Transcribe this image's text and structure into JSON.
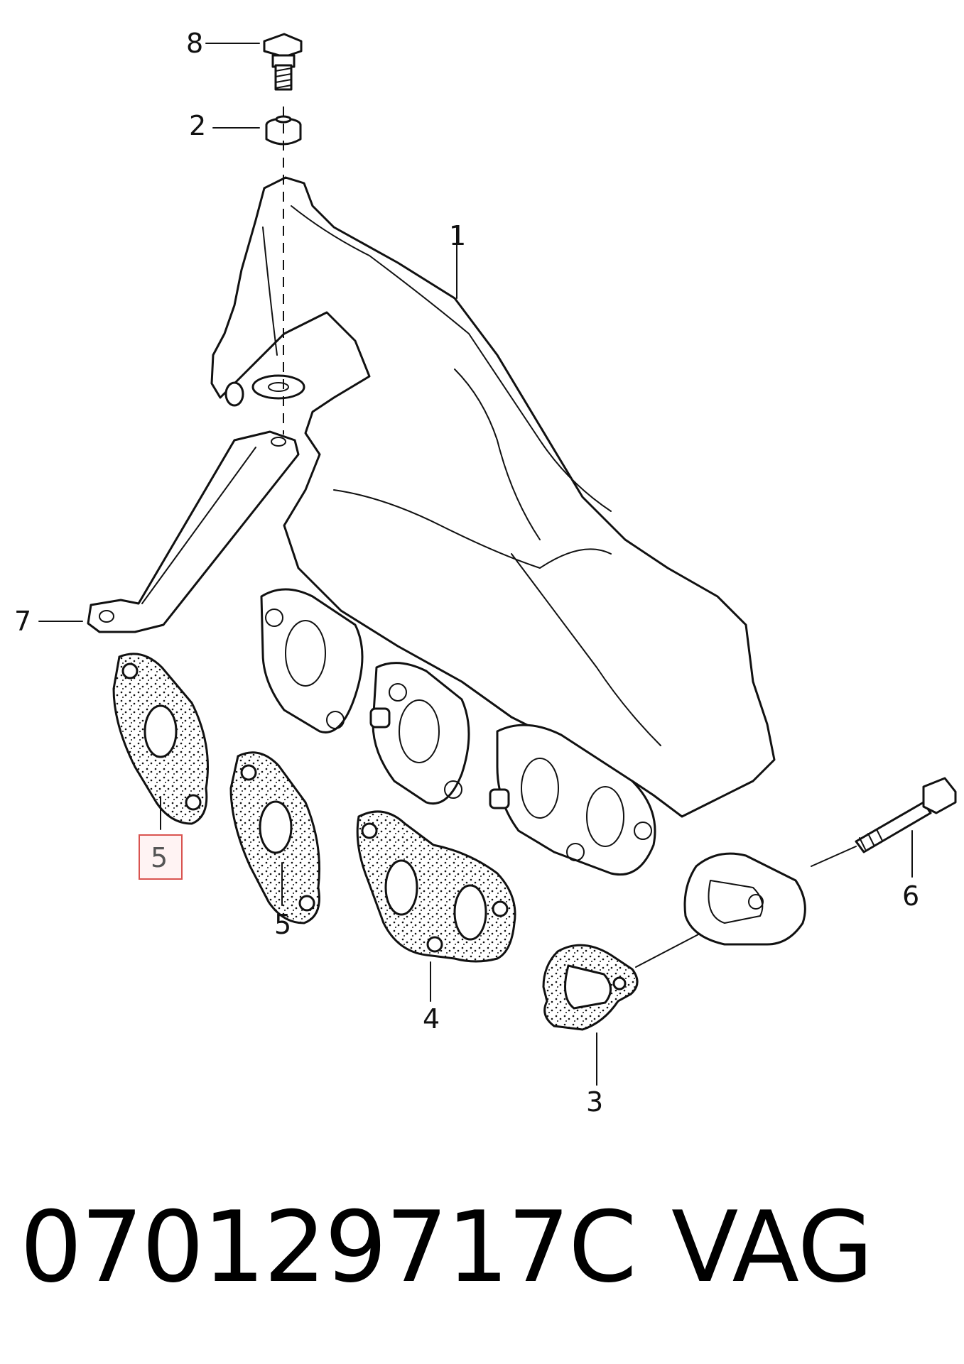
{
  "callouts": {
    "c8": "8",
    "c2": "2",
    "c1": "1",
    "c7": "7",
    "c5_highlighted": "5",
    "c5": "5",
    "c4": "4",
    "c6": "6",
    "c3": "3"
  },
  "footer": {
    "part_number": "070129717C",
    "brand": "VAG"
  },
  "colors": {
    "highlight_border": "#d9534f",
    "ink": "#111111"
  }
}
